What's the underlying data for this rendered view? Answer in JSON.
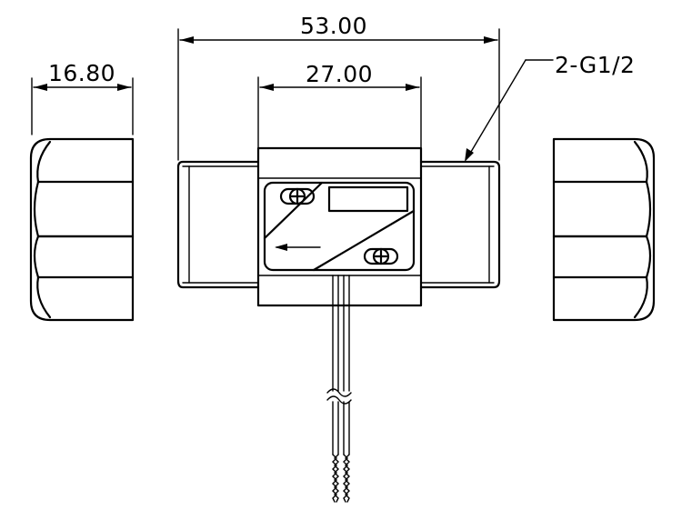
{
  "dimensions": {
    "overall_length": "53.00",
    "body_length": "27.00",
    "nut_width": "16.80",
    "thread_callout": "2-G1/2"
  },
  "colors": {
    "line": "#000000",
    "background": "#ffffff"
  },
  "symbols": {
    "flow_direction": "arrow-left-icon",
    "screws": "screw-icon"
  }
}
